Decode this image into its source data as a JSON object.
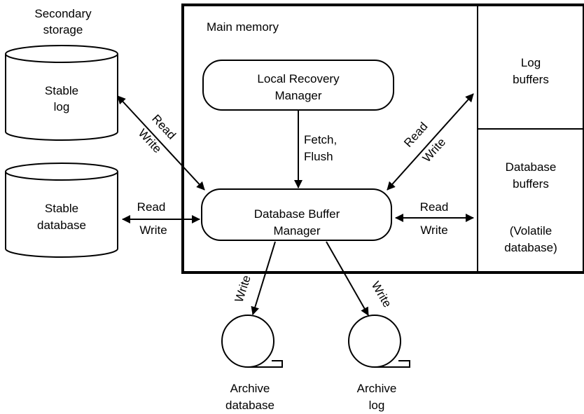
{
  "secondary_storage": {
    "line1": "Secondary",
    "line2": "storage"
  },
  "stable_log": {
    "line1": "Stable",
    "line2": "log"
  },
  "stable_database": {
    "line1": "Stable",
    "line2": "database"
  },
  "main_memory": {
    "label": "Main memory"
  },
  "local_recovery_manager": {
    "line1": "Local Recovery",
    "line2": "Manager"
  },
  "database_buffer_manager": {
    "line1": "Database Buffer",
    "line2": "Manager"
  },
  "log_buffers": {
    "line1": "Log",
    "line2": "buffers"
  },
  "database_buffers": {
    "line1": "Database",
    "line2": "buffers",
    "line3": "(Volatile",
    "line4": "database)"
  },
  "arrows": {
    "fetch_flush": {
      "line1": "Fetch,",
      "line2": "Flush"
    },
    "stable_log_read": "Read",
    "stable_log_write": "Write",
    "stable_db_read": "Read",
    "stable_db_write": "Write",
    "log_buffers_read": "Read",
    "log_buffers_write": "Write",
    "db_buffers_read": "Read",
    "db_buffers_write": "Write",
    "archive_db_write": "Write",
    "archive_log_write": "Write"
  },
  "archive_database": {
    "line1": "Archive",
    "line2": "database"
  },
  "archive_log": {
    "line1": "Archive",
    "line2": "log"
  },
  "colors": {
    "stroke": "#000000",
    "background": "#ffffff"
  }
}
